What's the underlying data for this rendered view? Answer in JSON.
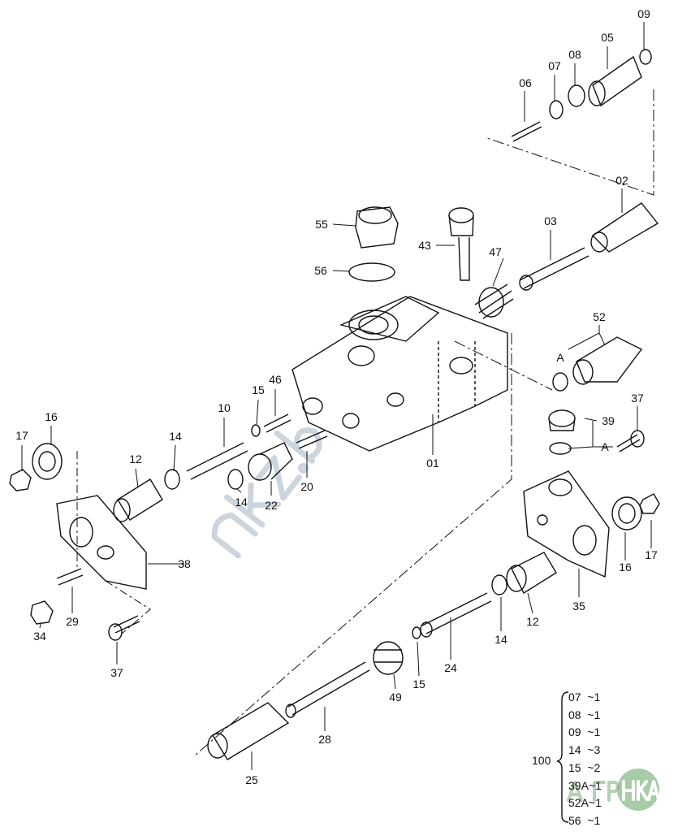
{
  "diagram": {
    "part_labels": [
      "09",
      "05",
      "08",
      "07",
      "06",
      "02",
      "03",
      "55",
      "43",
      "47",
      "56",
      "52",
      "A",
      "46",
      "15",
      "37",
      "10",
      "39",
      "17",
      "16",
      "14",
      "12",
      "01",
      "A",
      "20",
      "22",
      "14",
      "38",
      "16",
      "17",
      "35",
      "12",
      "14",
      "29",
      "34",
      "37",
      "24",
      "15",
      "49",
      "28",
      "25"
    ],
    "kit": {
      "number": "100",
      "items": [
        "07  ~1",
        "08  ~1",
        "09  ~1",
        "14  ~3",
        "15  ~2",
        "39A~1",
        "52A~1",
        "56  ~1"
      ]
    },
    "watermark": "nkz.by",
    "logo": {
      "left": "АГРО",
      "right": "НКА"
    }
  }
}
